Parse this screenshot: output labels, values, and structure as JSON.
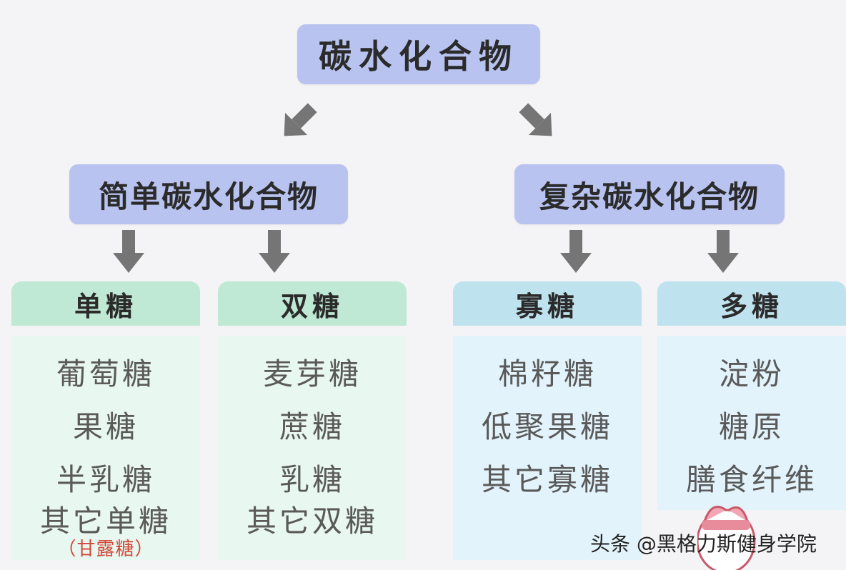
{
  "root": {
    "label": "碳水化合物"
  },
  "branches": [
    {
      "label": "简单碳水化合物",
      "groups": [
        {
          "title": "单糖",
          "items": [
            "葡萄糖",
            "果糖",
            "半乳糖",
            "其它单糖"
          ],
          "note": "（甘露糖）"
        },
        {
          "title": "双糖",
          "items": [
            "麦芽糖",
            "蔗糖",
            "乳糖",
            "其它双糖"
          ]
        }
      ]
    },
    {
      "label": "复杂碳水化合物",
      "groups": [
        {
          "title": "寡糖",
          "items": [
            "棉籽糖",
            "低聚果糖",
            "其它寡糖"
          ]
        },
        {
          "title": "多糖",
          "items": [
            "淀粉",
            "糖原",
            "膳食纤维"
          ]
        }
      ]
    }
  ],
  "watermark": "头条 @黑格力斯健身学院",
  "colors": {
    "node": "#b8c3f0",
    "arrow": "#757575",
    "green_head": "#bfe9d4",
    "blue_head": "#bfe3ee",
    "note": "#d24a3a"
  }
}
